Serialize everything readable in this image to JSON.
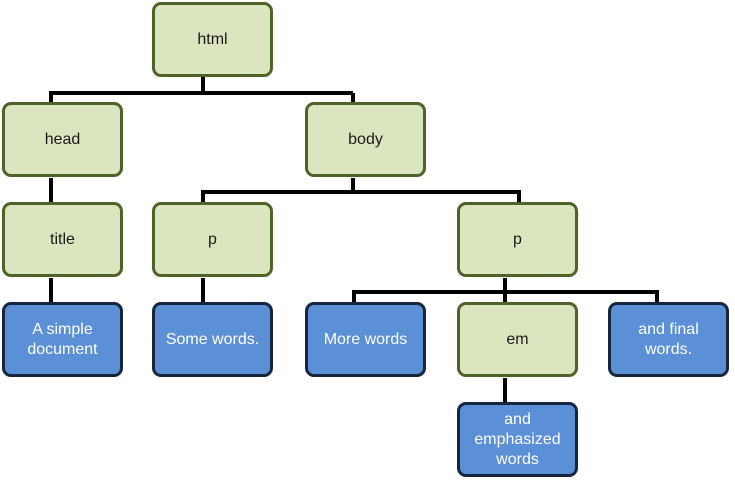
{
  "colors": {
    "element_fill": "#dbe5bf",
    "element_border": "#4f6228",
    "text_fill": "#5b8fd6",
    "text_border": "#17263e",
    "connector": "#000000"
  },
  "nodes": {
    "html": "html",
    "head": "head",
    "body": "body",
    "title": "title",
    "p1": "p",
    "p2": "p",
    "title_text": "A simple\ndocument",
    "p1_text": "Some words.",
    "p2_text1": "More words",
    "em": "em",
    "p2_text2": "and final\nwords.",
    "em_text": "and\nemphasized\nwords"
  }
}
